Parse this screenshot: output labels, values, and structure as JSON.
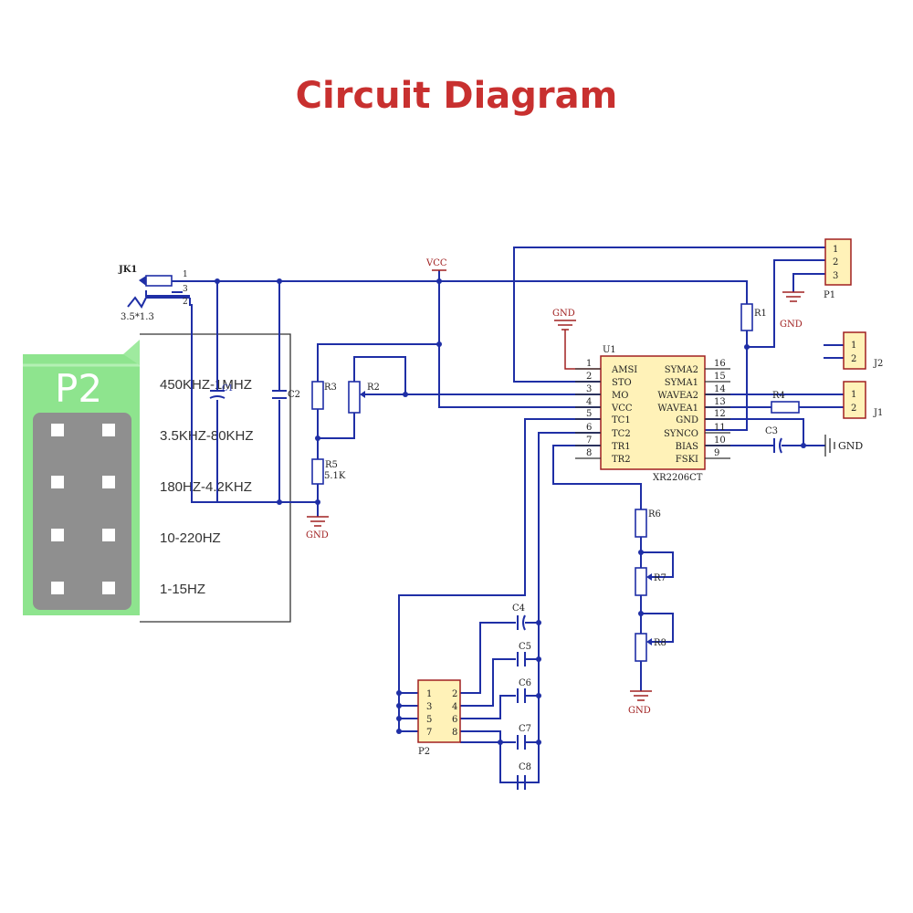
{
  "title": "Circuit Diagram",
  "power": {
    "vcc": "VCC",
    "gnd": "GND"
  },
  "jack": {
    "ref": "JK1",
    "value": "3.5*1.3",
    "pins": [
      "1",
      "3",
      "2"
    ]
  },
  "p2_photo": {
    "label": "P2",
    "bands": [
      "450KHZ-1MHZ",
      "3.5KHZ-80KHZ",
      "180HZ-4.2KHZ",
      "10-220HZ",
      "1-15HZ"
    ]
  },
  "caps": {
    "c1": "C1",
    "c2": "C2",
    "c3": "C3",
    "c4": "C4",
    "c5": "C5",
    "c6": "C6",
    "c7": "C7",
    "c8": "C8"
  },
  "resistors": {
    "r1": "R1",
    "r2": "R2",
    "r3": "R3",
    "r4": "R4",
    "r5": "R5",
    "r5_value": "5.1K",
    "r6": "R6",
    "r7": "R7",
    "r8": "R8"
  },
  "ic": {
    "ref": "U1",
    "part": "XR2206CT",
    "left_pins": [
      {
        "num": "1",
        "name": "AMSI"
      },
      {
        "num": "2",
        "name": "STO"
      },
      {
        "num": "3",
        "name": "MO"
      },
      {
        "num": "4",
        "name": "VCC"
      },
      {
        "num": "5",
        "name": "TC1"
      },
      {
        "num": "6",
        "name": "TC2"
      },
      {
        "num": "7",
        "name": "TR1"
      },
      {
        "num": "8",
        "name": "TR2"
      }
    ],
    "right_pins": [
      {
        "num": "16",
        "name": "SYMA2"
      },
      {
        "num": "15",
        "name": "SYMA1"
      },
      {
        "num": "14",
        "name": "WAVEA2"
      },
      {
        "num": "13",
        "name": "WAVEA1"
      },
      {
        "num": "12",
        "name": "GND"
      },
      {
        "num": "11",
        "name": "SYNCO"
      },
      {
        "num": "10",
        "name": "BIAS"
      },
      {
        "num": "9",
        "name": "FSKI"
      }
    ]
  },
  "connectors": {
    "p1": {
      "ref": "P1",
      "pins": [
        "1",
        "2",
        "3"
      ]
    },
    "j2": {
      "ref": "J2",
      "pins": [
        "1",
        "2"
      ]
    },
    "j1": {
      "ref": "J1",
      "pins": [
        "1",
        "2"
      ]
    },
    "p2": {
      "ref": "P2",
      "left_pins": [
        "1",
        "3",
        "5",
        "7"
      ],
      "right_pins": [
        "2",
        "4",
        "6",
        "8"
      ]
    }
  }
}
